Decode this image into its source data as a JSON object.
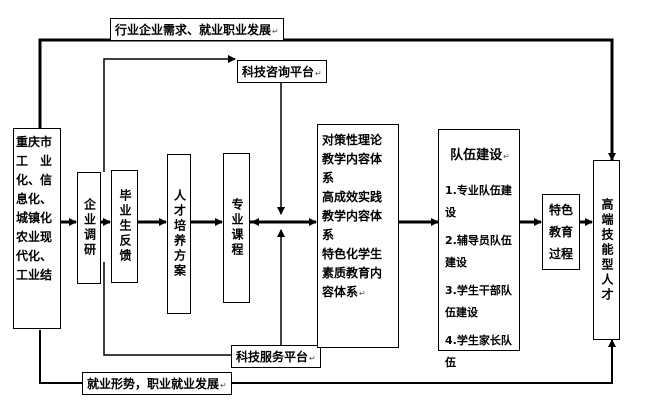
{
  "top_feedback_label": "行业企业需求、就业职业发展",
  "bottom_feedback_label": "就业形势，职业就业发展",
  "platform_top": "科技咨询平台",
  "platform_bottom": "科技服务平台",
  "nodes": {
    "chongqing": [
      "重庆市",
      "工　业",
      "化、信",
      "息化、",
      "城镇化",
      "农业现",
      "代化、",
      "工业结"
    ],
    "enterprise_survey": "企业调研",
    "graduate_feedback": "毕业生反馈",
    "talent_plan": "人才培养方案",
    "curriculum": "专业课程",
    "content_system": [
      "对策性理论",
      "教学内容体",
      "系",
      "高成效实践",
      "教学内容体",
      "系",
      "特色化学生",
      "素质教育内",
      "容体系"
    ],
    "team_title": "队伍建设",
    "team_items": [
      "1.专业队伍建设",
      "2.辅导员队伍建设",
      "3.学生干部队伍建设",
      "4.学生家长队伍"
    ],
    "feature_process": "特色教育过程",
    "outcome": "高端技能型人才"
  },
  "para_mark": "↵",
  "colors": {
    "line": "#000000",
    "box_border": "#000000",
    "background": "#ffffff"
  }
}
